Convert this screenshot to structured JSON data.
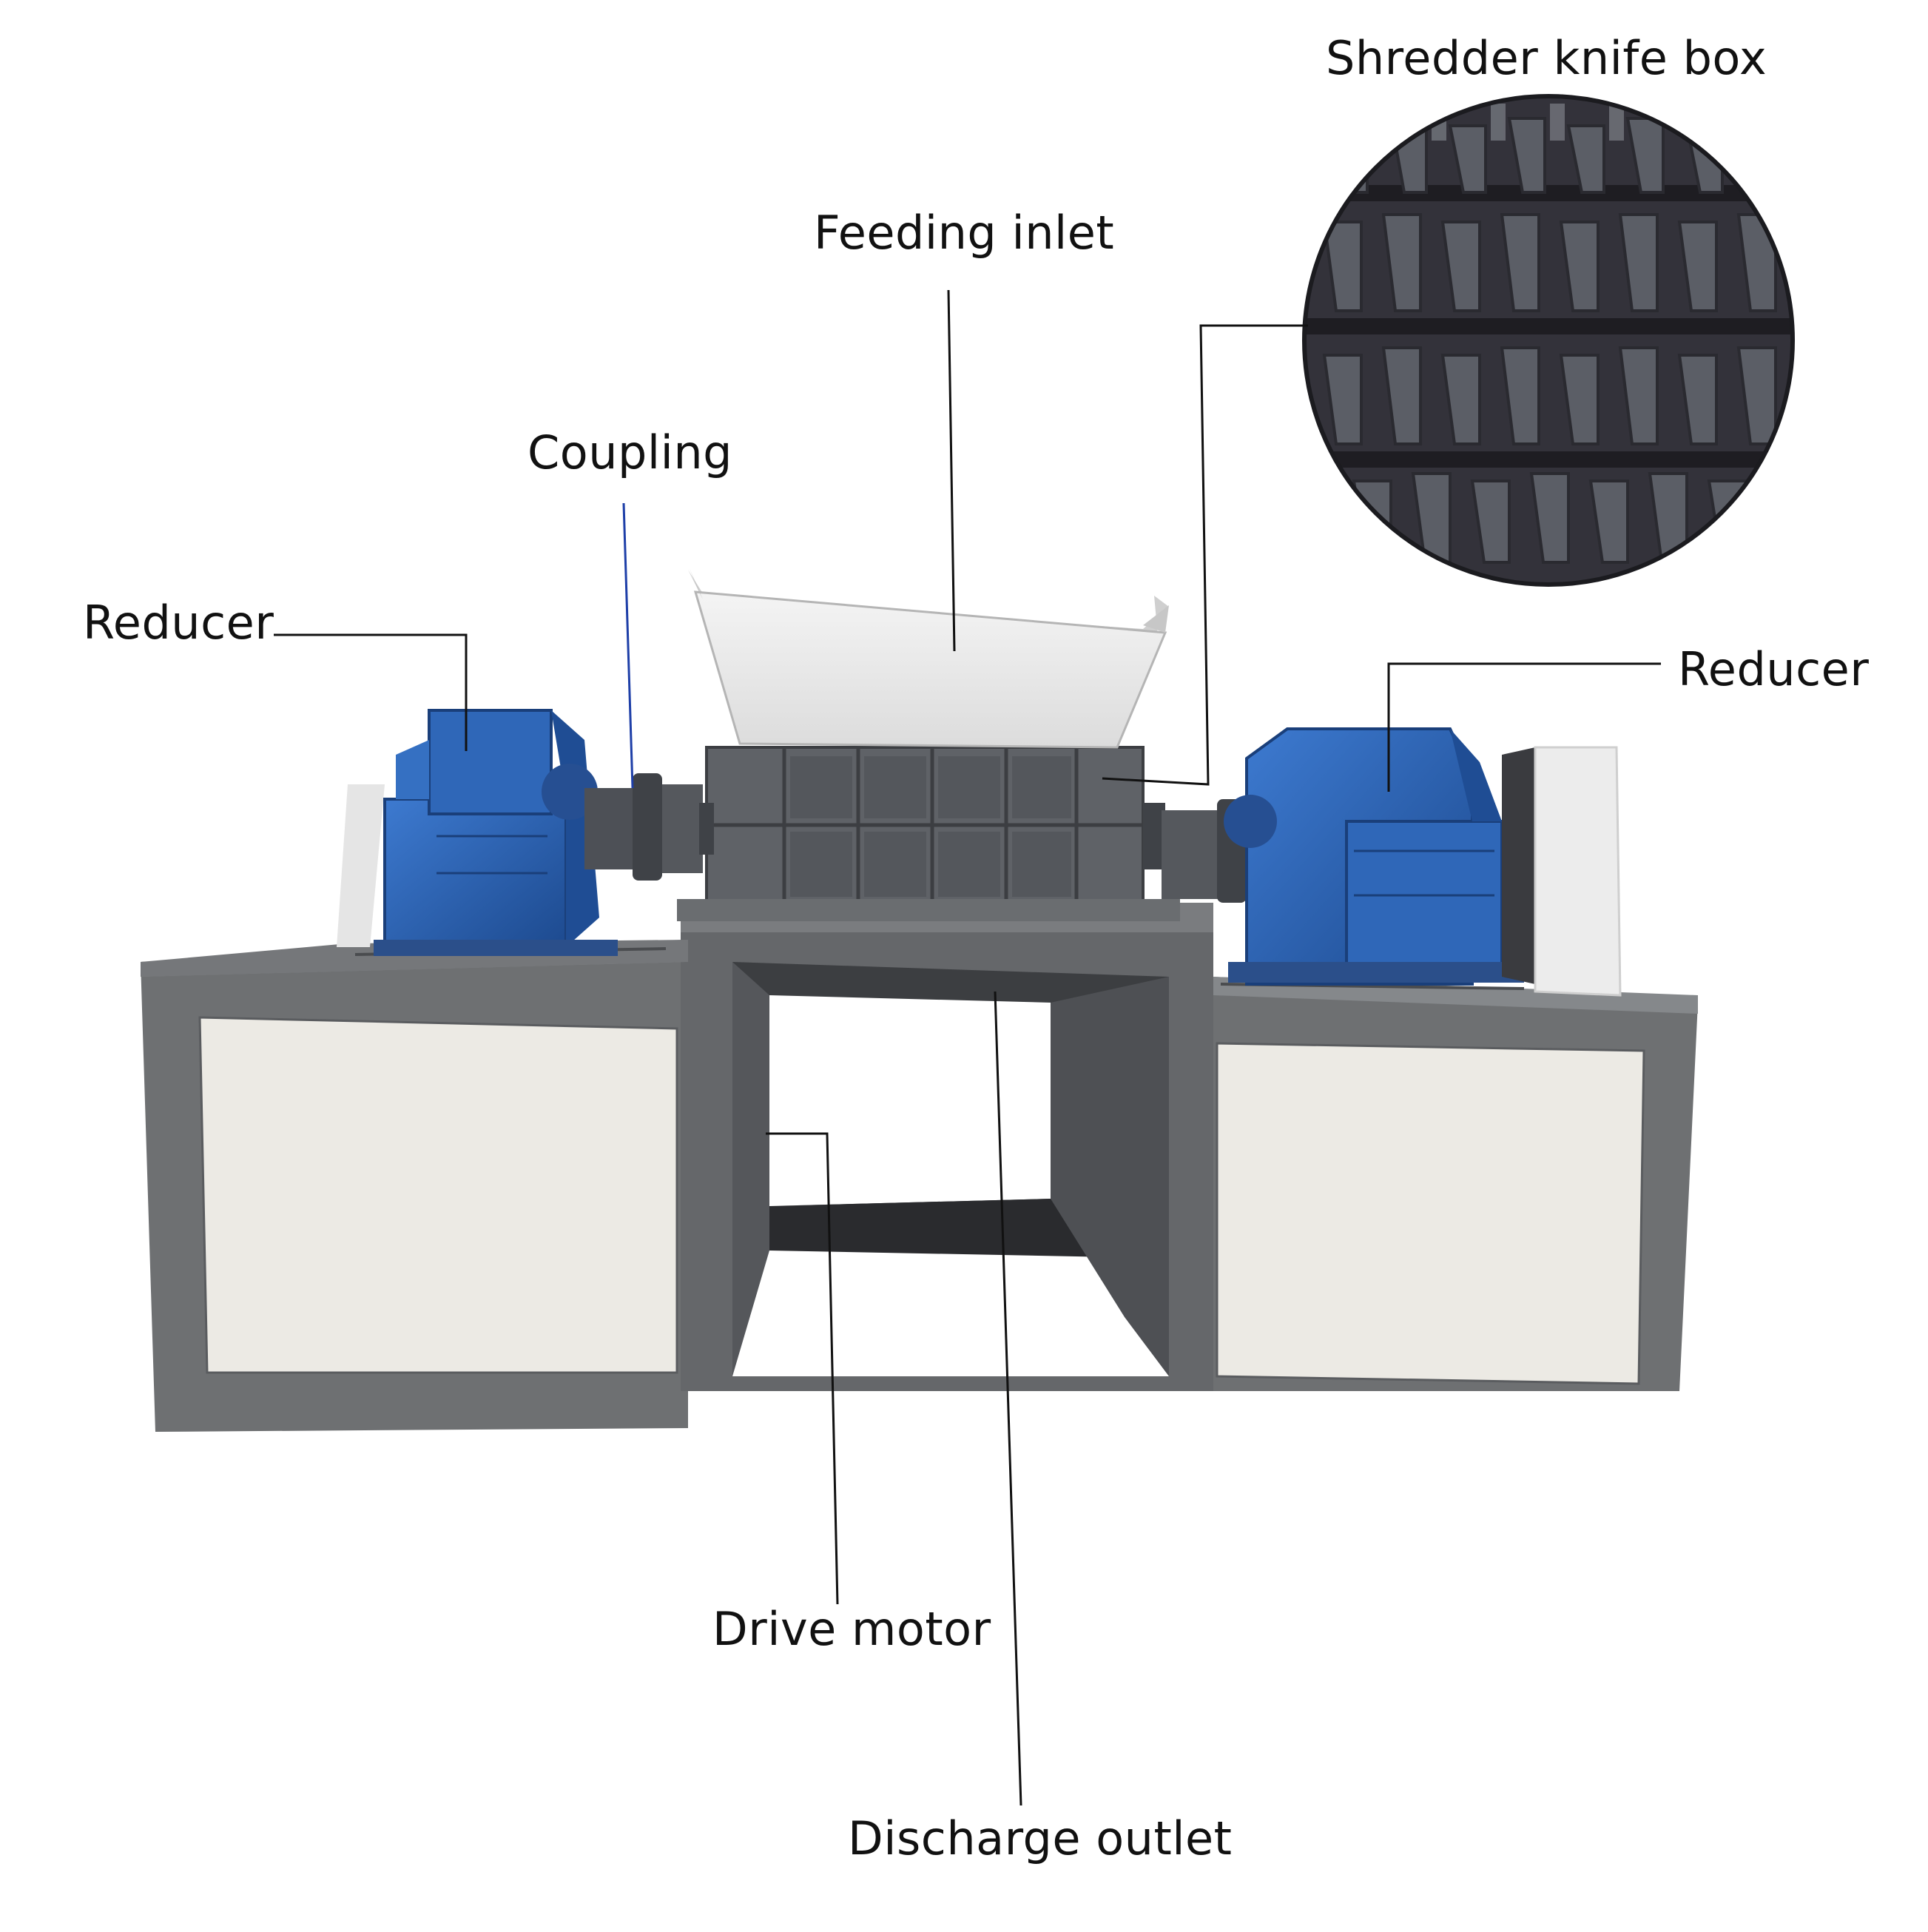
{
  "labels": {
    "knife_box": "Shredder knife box",
    "feeding_inlet": "Feeding inlet",
    "coupling": "Coupling",
    "reducer_left": "Reducer",
    "reducer_right": "Reducer",
    "drive_motor": "Drive motor",
    "discharge_outlet": "Discharge outlet"
  },
  "colors": {
    "frame": "#6e7072",
    "frame_dark": "#4d4f52",
    "panel": "#eceae4",
    "reducer_blue": "#2f67b8",
    "reducer_blue_dark": "#1f4d94",
    "hopper": "#e9e9e9",
    "knife": "#53565c",
    "callout_line": "#111111",
    "coupling_line": "#1e3fa8"
  }
}
